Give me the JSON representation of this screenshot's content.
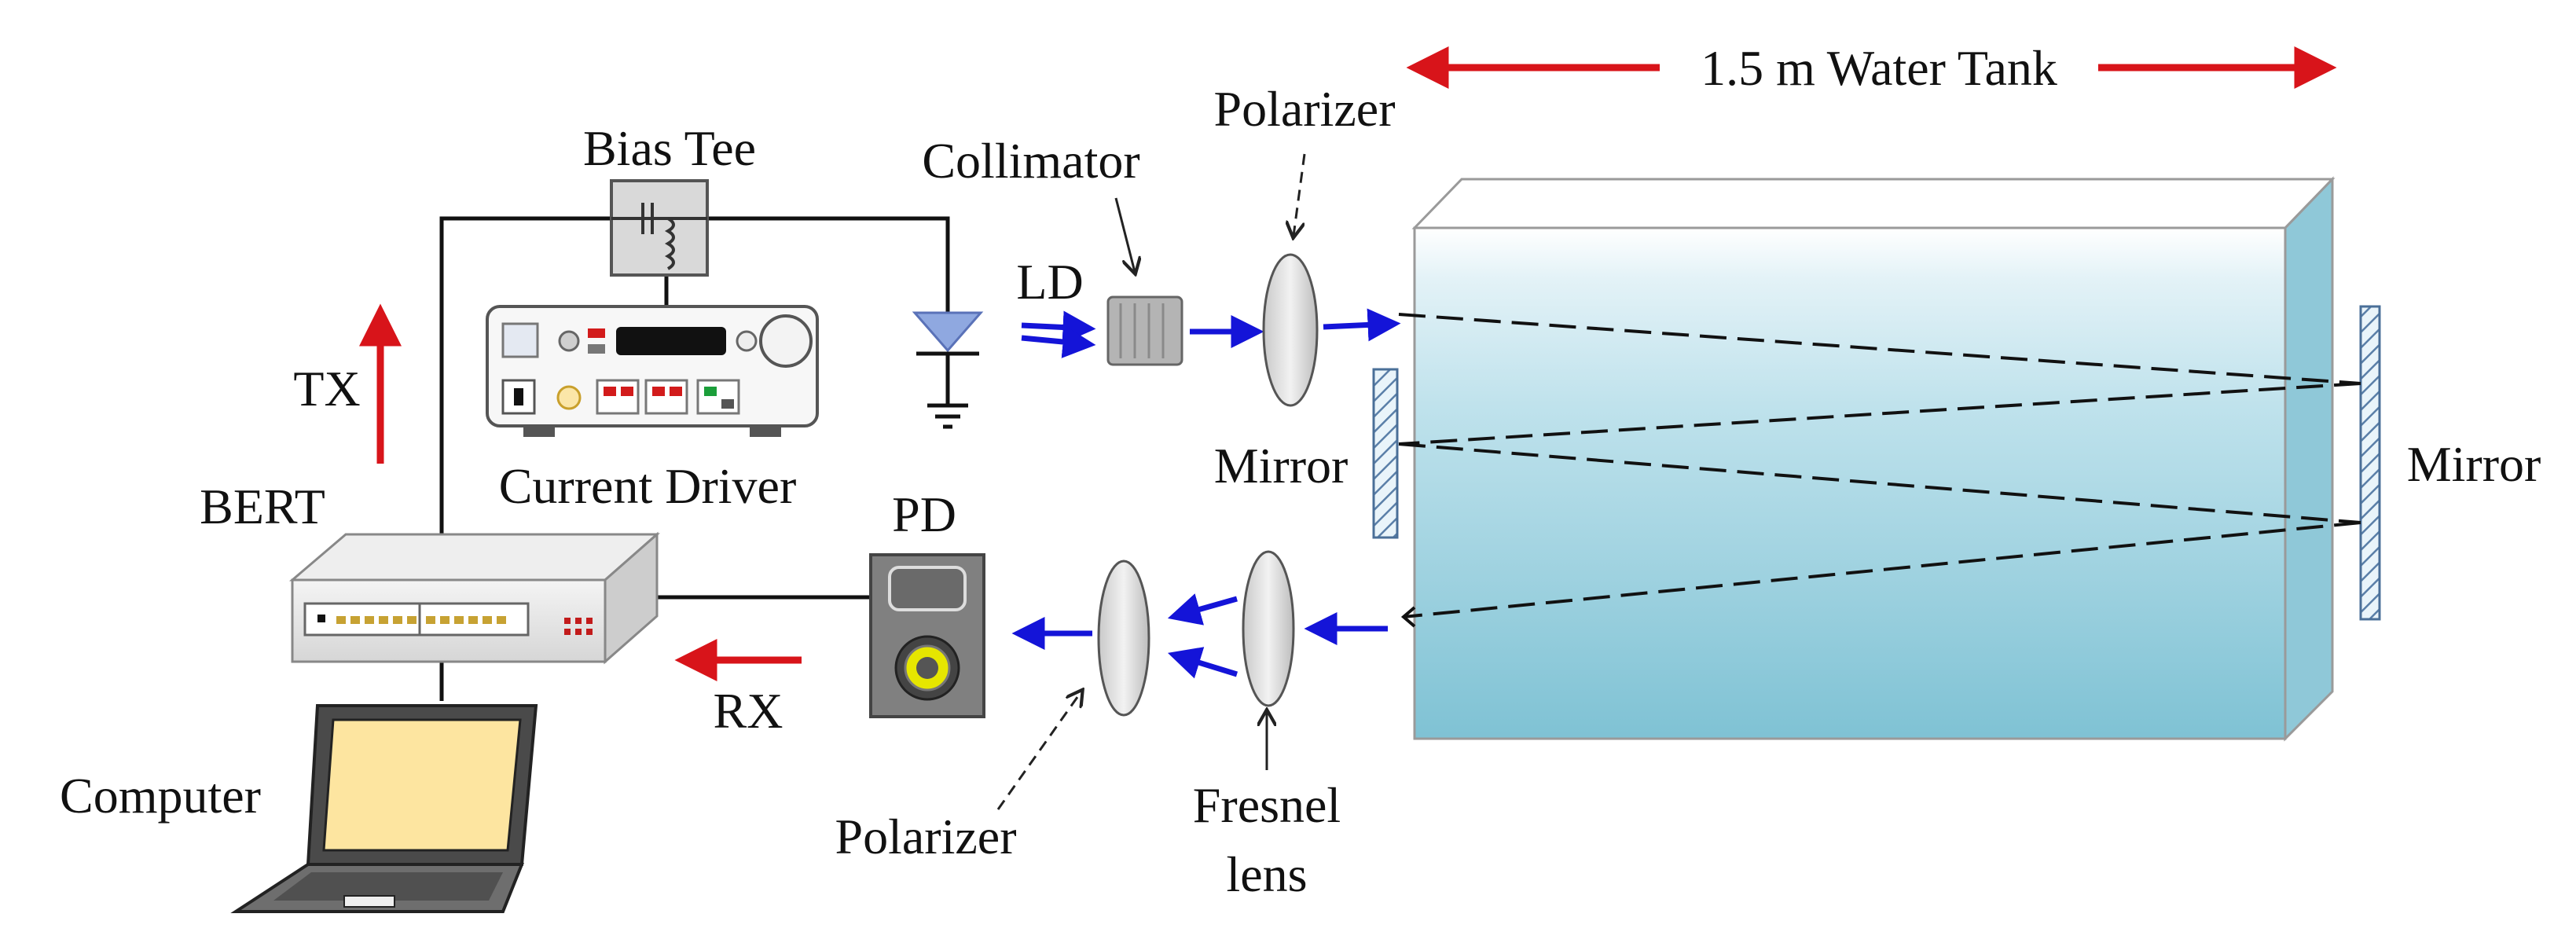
{
  "diagram": {
    "labels": {
      "tank": "1.5 m Water Tank",
      "polarizer_top": "Polarizer",
      "bias_tee": "Bias Tee",
      "collimator": "Collimator",
      "ld": "LD",
      "tx": "TX",
      "current_driver": "Current Driver",
      "bert": "BERT",
      "pd": "PD",
      "mirror_left": "Mirror",
      "mirror_right": "Mirror",
      "rx": "RX",
      "computer": "Computer",
      "polarizer_bottom": "Polarizer",
      "fresnel_line1": "Fresnel",
      "fresnel_line2": "lens"
    },
    "colors": {
      "beam_arrow": "#1414d8",
      "signal_arrow": "#d8141a",
      "water_top": "#dff1f6",
      "water_bottom": "#7cc3d6",
      "laptop_screen": "#fde5a0",
      "ld_diode": "#8fa8e0"
    }
  }
}
